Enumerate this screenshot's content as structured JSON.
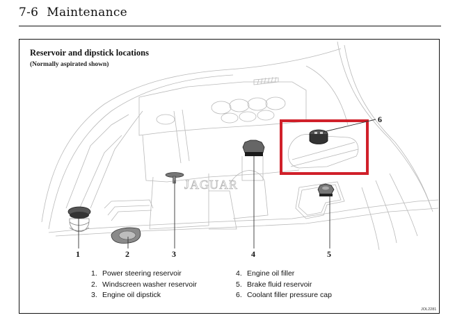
{
  "header": {
    "section_number": "7-6",
    "section_title": "Maintenance"
  },
  "figure": {
    "title": "Reservoir and dipstick locations",
    "subtitle": "(Normally aspirated shown)",
    "engine_badge": "JAGUAR",
    "reference_code": "JOL2281",
    "highlight_color": "#d0202a",
    "callouts": [
      "1",
      "2",
      "3",
      "4",
      "5",
      "6"
    ]
  },
  "legend": {
    "left": [
      {
        "num": "1.",
        "label": "Power steering reservoir"
      },
      {
        "num": "2.",
        "label": "Windscreen washer reservoir"
      },
      {
        "num": "3.",
        "label": "Engine oil dipstick"
      }
    ],
    "right": [
      {
        "num": "4.",
        "label": "Engine oil filler"
      },
      {
        "num": "5.",
        "label": "Brake fluid reservoir"
      },
      {
        "num": "6.",
        "label": "Coolant filler pressure cap"
      }
    ]
  }
}
